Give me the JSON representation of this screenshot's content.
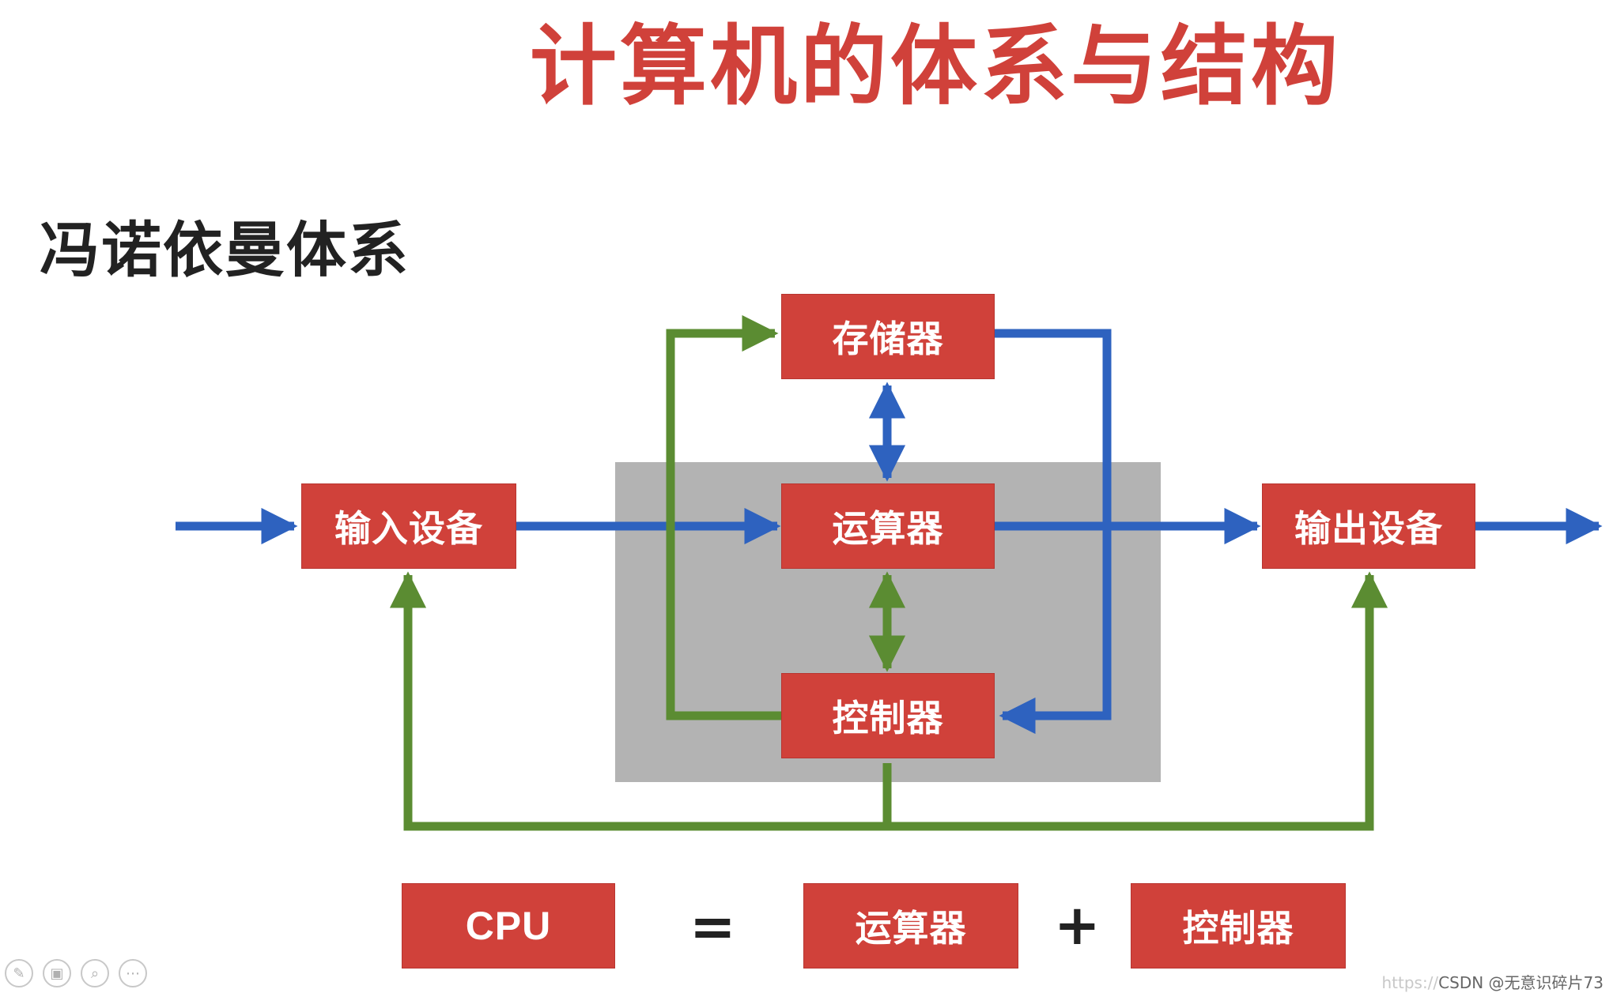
{
  "title": "计算机的体系与结构",
  "subtitle": "冯诺依曼体系",
  "components": {
    "storage": "存储器",
    "alu": "运算器",
    "control": "控制器",
    "input": "输入设备",
    "output": "输出设备"
  },
  "equation": {
    "cpu": "CPU",
    "equals": "=",
    "alu": "运算器",
    "plus": "+",
    "control": "控制器"
  },
  "colors": {
    "box": "#d0413a",
    "data_flow": "#2e62bf",
    "control_flow": "#5b8c32",
    "cpu_region": "#b3b3b3",
    "title": "#d0413a"
  },
  "toolbar_icons": [
    "pen-icon",
    "layers-icon",
    "zoom-icon",
    "more-icon"
  ],
  "watermark": {
    "faint": "https://",
    "text": "CSDN @无意识碎片73"
  }
}
